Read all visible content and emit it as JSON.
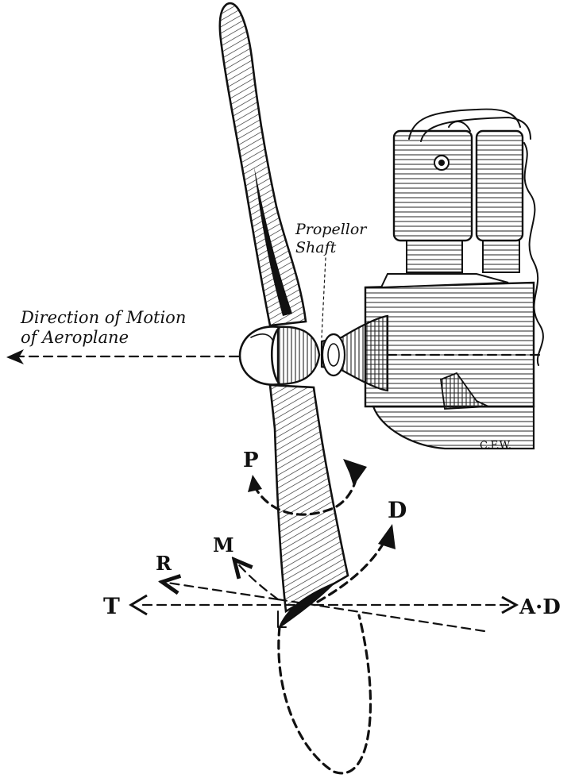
{
  "labels": {
    "propeller_shaft_line1": "Propellor",
    "propeller_shaft_line2": "Shaft",
    "motion_line1": "Direction of Motion",
    "motion_line2": "of Aeroplane",
    "P": "P",
    "D": "D",
    "M": "M",
    "R": "R",
    "T": "T",
    "AD": "A·D",
    "signature": "C.F.W."
  }
}
